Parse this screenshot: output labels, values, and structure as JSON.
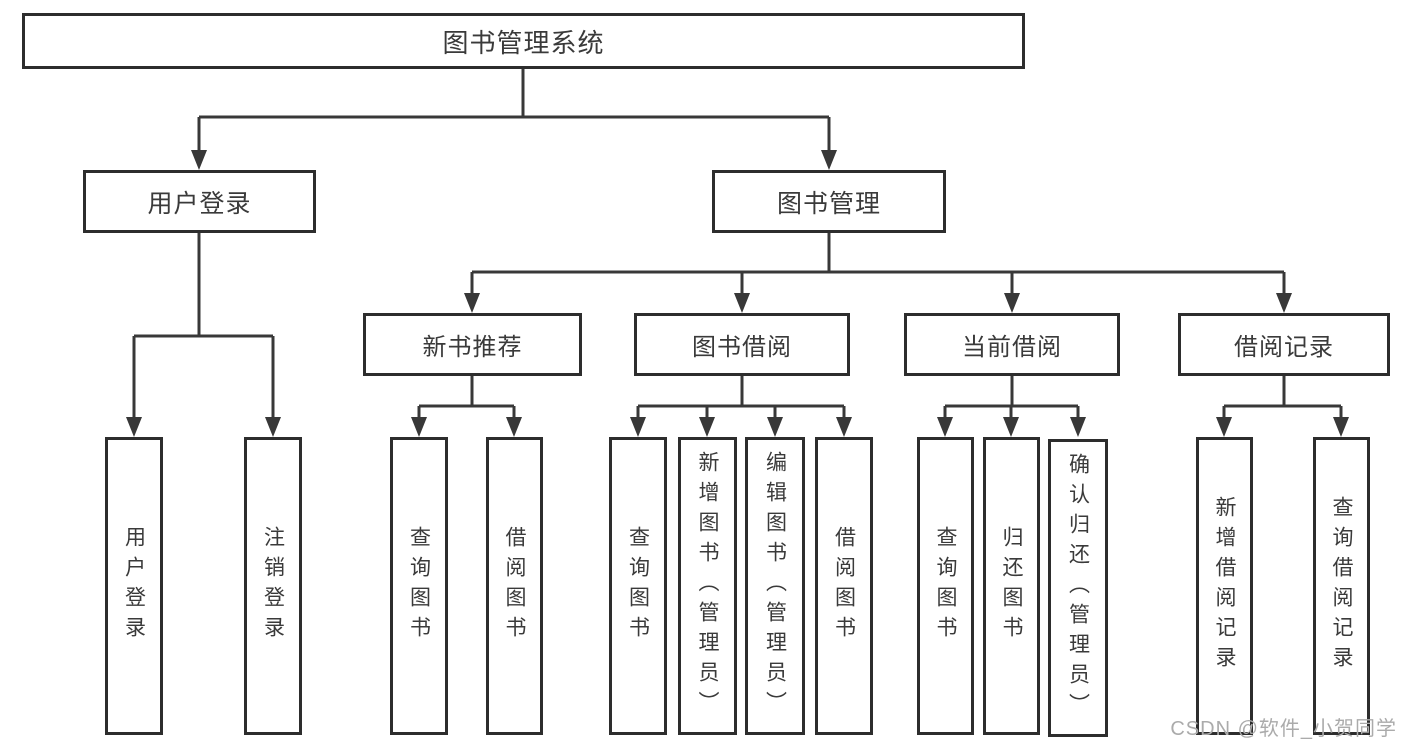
{
  "tree": {
    "root": "图书管理系统",
    "level2": {
      "user": "用户登录",
      "books": "图书管理"
    },
    "level3": {
      "recommend": "新书推荐",
      "borrowing": "图书借阅",
      "current": "当前借阅",
      "records": "借阅记录"
    },
    "leaves": {
      "user": [
        "用户登录",
        "注销登录"
      ],
      "recommend": [
        "查询图书",
        "借阅图书"
      ],
      "borrowing": [
        "查询图书",
        "新增图书（管理员）",
        "编辑图书（管理员）",
        "借阅图书"
      ],
      "current": [
        "查询图书",
        "归还图书",
        "确认归还（管理员）"
      ],
      "records": [
        "新增借阅记录",
        "查询借阅记录"
      ]
    }
  },
  "watermark": "CSDN @软件_小贺同学",
  "colors": {
    "line": "#383838",
    "box_border": "#2d2d2d",
    "box_fill": "#ffffff",
    "text": "#3a3a3a",
    "watermark": "#ababab",
    "background": "#ffffff"
  }
}
